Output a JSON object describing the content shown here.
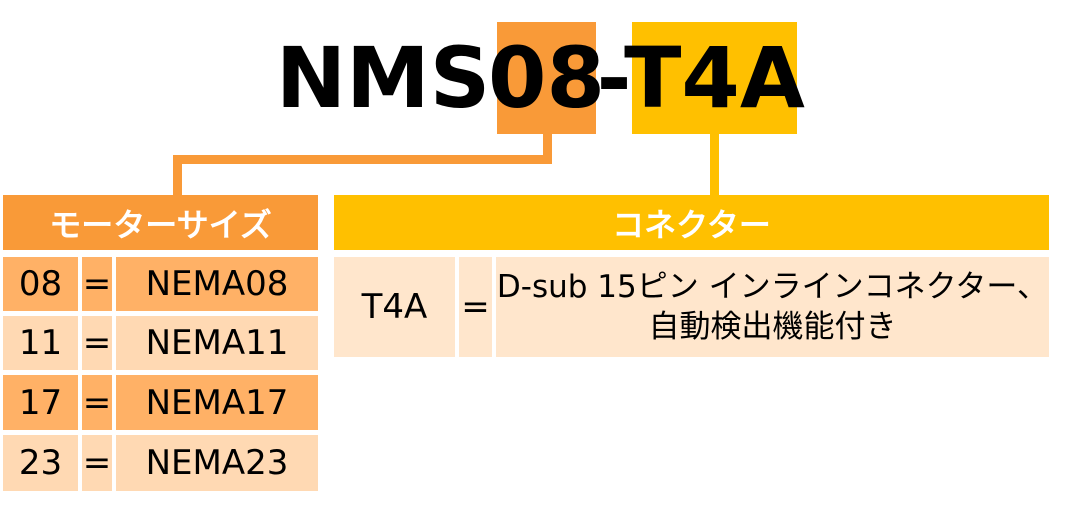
{
  "title": {
    "prefix": "NMS",
    "size_code": "08",
    "dash": "-",
    "connector_code": "T4A"
  },
  "colors": {
    "orange": "#F99A38",
    "yellow": "#FFC000",
    "row_dark": "#FFB166",
    "row_light": "#FFD9B3",
    "right_row": "#FFE6CC"
  },
  "motor_size": {
    "header": "モーターサイズ",
    "rows": [
      {
        "code": "08",
        "eq": "=",
        "value": "NEMA08"
      },
      {
        "code": "11",
        "eq": "=",
        "value": "NEMA11"
      },
      {
        "code": "17",
        "eq": "=",
        "value": "NEMA17"
      },
      {
        "code": "23",
        "eq": "=",
        "value": "NEMA23"
      }
    ]
  },
  "connector": {
    "header": "コネクター",
    "code": "T4A",
    "eq": "=",
    "desc_line1": "D-sub 15ピン インラインコネクター、",
    "desc_line2": "自動検出機能付き"
  }
}
